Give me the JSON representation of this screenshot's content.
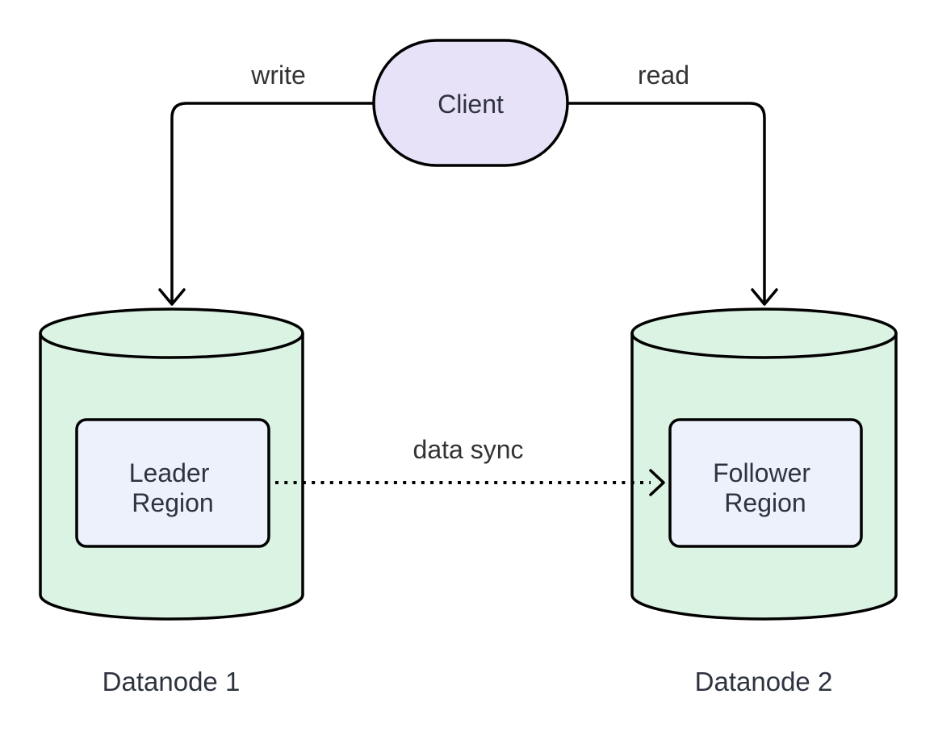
{
  "diagram": {
    "client": {
      "label": "Client"
    },
    "edges": {
      "write": {
        "label": "write",
        "style": "solid",
        "from": "Client",
        "to": "Datanode 1"
      },
      "read": {
        "label": "read",
        "style": "solid",
        "from": "Client",
        "to": "Datanode 2"
      },
      "data_sync": {
        "label": "data sync",
        "style": "dotted",
        "from": "Leader Region",
        "to": "Follower Region"
      }
    },
    "datanodes": [
      {
        "label": "Datanode 1",
        "region_line1": "Leader",
        "region_line2": "Region"
      },
      {
        "label": "Datanode 2",
        "region_line1": "Follower",
        "region_line2": "Region"
      }
    ],
    "colors": {
      "client_fill": "#E8E2F8",
      "cylinder_fill": "#DBF3E2",
      "region_fill": "#EDF1FB",
      "line": "#000000",
      "node_text": "#2E3340",
      "label_text": "#333333"
    }
  }
}
